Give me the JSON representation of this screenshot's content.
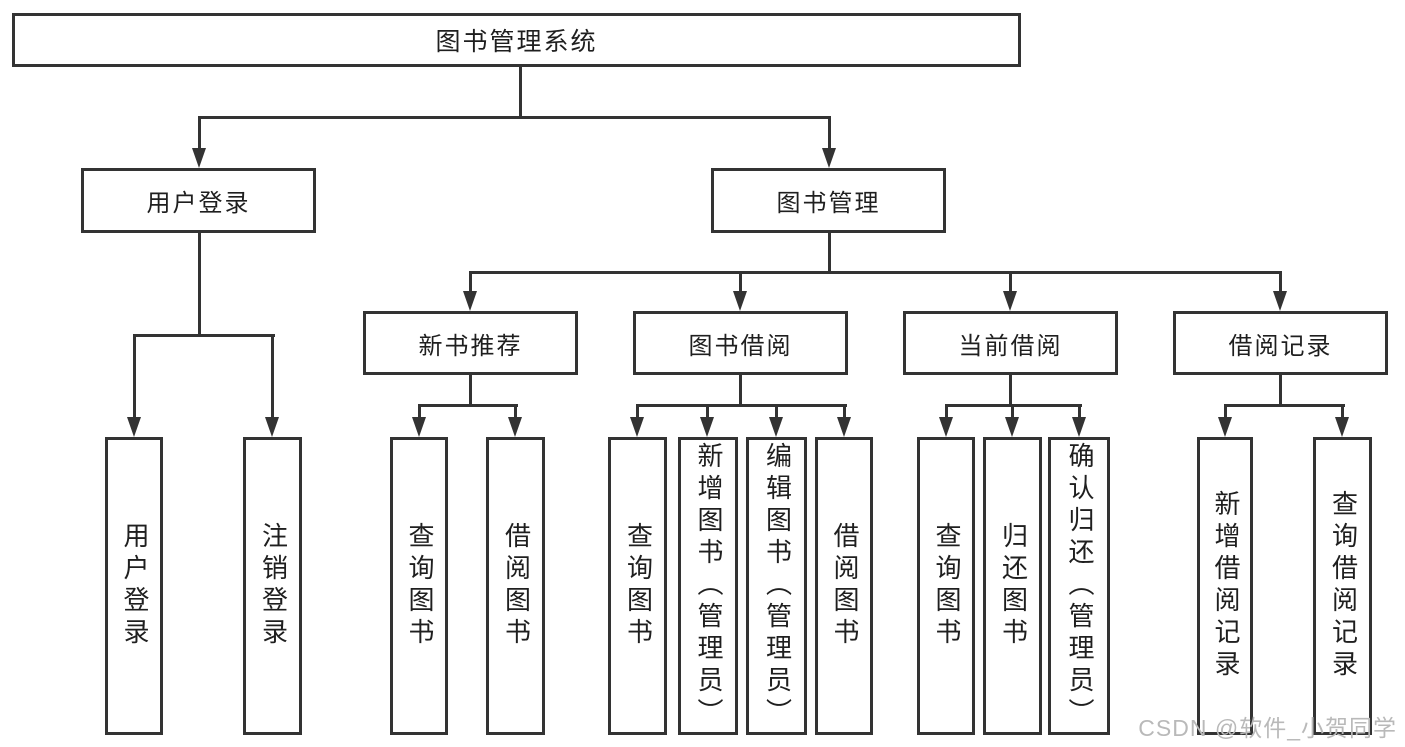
{
  "tree": {
    "label": "图书管理系统",
    "children": [
      {
        "label": "用户登录",
        "children": [
          {
            "label": "用户登录"
          },
          {
            "label": "注销登录"
          }
        ]
      },
      {
        "label": "图书管理",
        "children": [
          {
            "label": "新书推荐",
            "children": [
              {
                "label": "查询图书"
              },
              {
                "label": "借阅图书"
              }
            ]
          },
          {
            "label": "图书借阅",
            "children": [
              {
                "label": "查询图书"
              },
              {
                "label": "新增图书（管理员）"
              },
              {
                "label": "编辑图书（管理员）"
              },
              {
                "label": "借阅图书"
              }
            ]
          },
          {
            "label": "当前借阅",
            "children": [
              {
                "label": "查询图书"
              },
              {
                "label": "归还图书"
              },
              {
                "label": "确认归还（管理员）"
              }
            ]
          },
          {
            "label": "借阅记录",
            "children": [
              {
                "label": "新增借阅记录"
              },
              {
                "label": "查询借阅记录"
              }
            ]
          }
        ]
      }
    ]
  },
  "watermark": {
    "text": "CSDN @软件_小贺同学"
  },
  "colors": {
    "line": "#333333",
    "text": "#1f1f1f",
    "box_background": "#ffffff",
    "canvas_background": "#ffffff",
    "watermark": "#b9b9b9"
  }
}
